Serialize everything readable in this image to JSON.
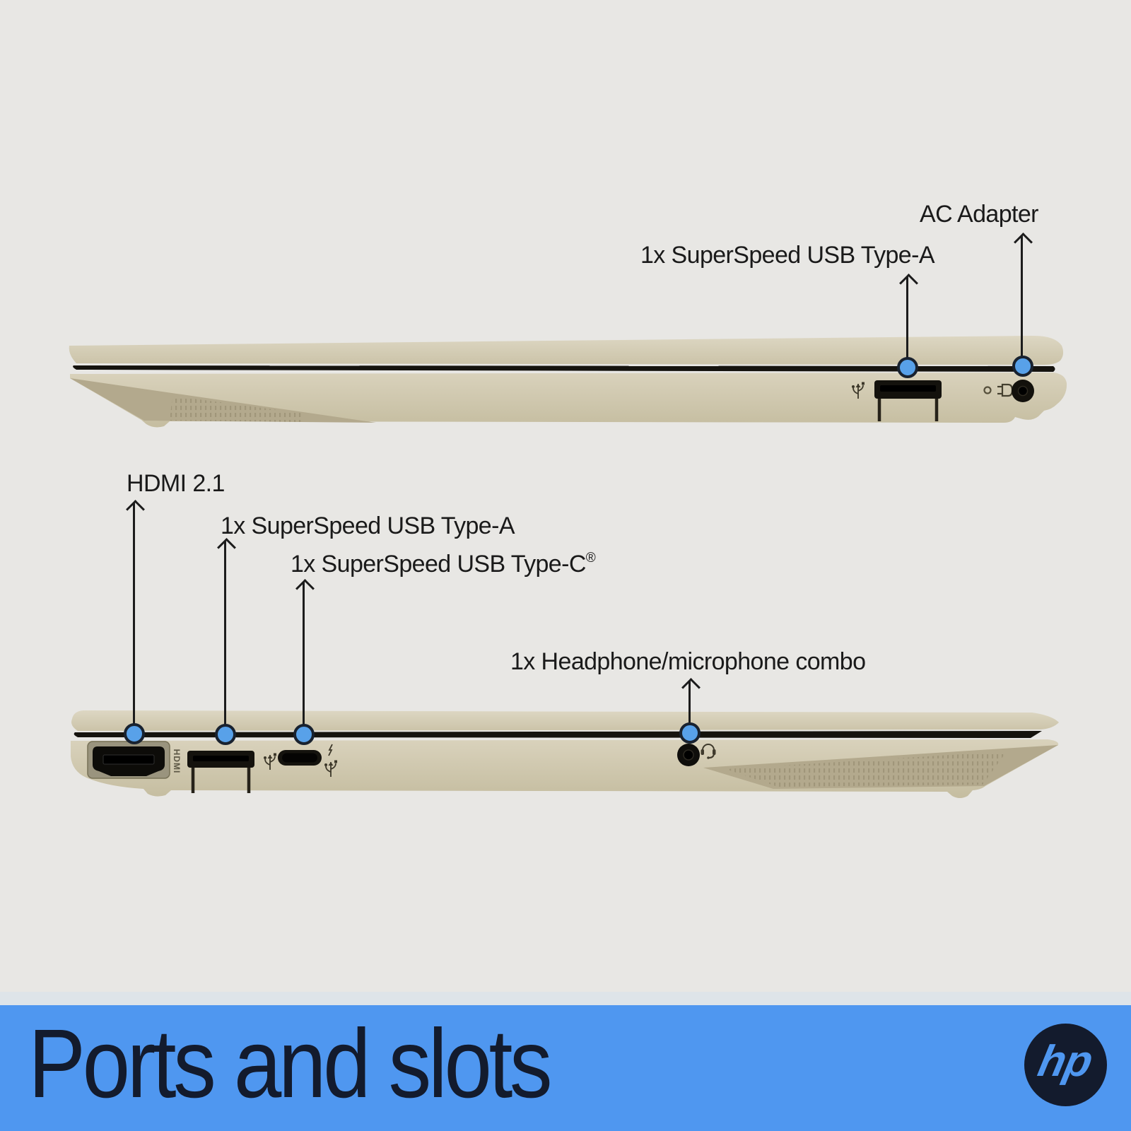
{
  "right_side_view": {
    "callouts": [
      {
        "label": "1x SuperSpeed USB Type-A"
      },
      {
        "label": "AC Adapter"
      }
    ]
  },
  "left_side_view": {
    "callouts": [
      {
        "label": "HDMI 2.1"
      },
      {
        "label": "1x SuperSpeed USB Type-A"
      },
      {
        "label": "1x SuperSpeed USB Type-C",
        "suffix": "®"
      },
      {
        "label": "1x Headphone/microphone combo"
      }
    ],
    "hdmi_engraving": "HDMI"
  },
  "footer": {
    "title": "Ports and slots",
    "logo_text": "hp"
  },
  "icons": [
    "superspeed-usb-trident-icon",
    "usb-c-bolt-icon",
    "power-plug-icon",
    "power-led-icon",
    "headset-icon",
    "hp-logo"
  ],
  "colors": {
    "background": "#e8e7e4",
    "divider_strip": "#dee4e9",
    "banner": "#4f97f0",
    "banner_text": "#131b2d",
    "callout_dot_fill": "#58a1e9",
    "callout_dot_ring": "#19222f",
    "laptop_body": "#d4cdb6",
    "label_text": "#1a1a1a"
  }
}
